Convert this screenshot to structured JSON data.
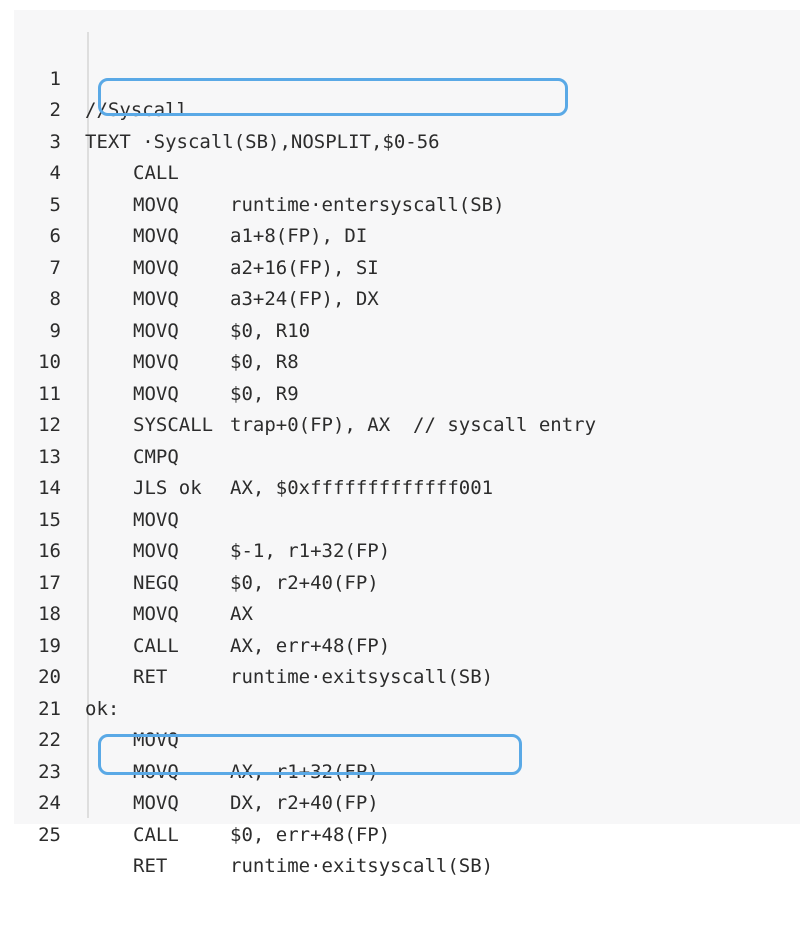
{
  "lines": [
    {
      "n": "1",
      "label": "//Syscall",
      "op": "",
      "args": ""
    },
    {
      "n": "2",
      "label": "TEXT ·Syscall(SB),NOSPLIT,$0-56",
      "op": "",
      "args": ""
    },
    {
      "n": "3",
      "label": "",
      "op": "CALL",
      "args": "runtime·entersyscall(SB)"
    },
    {
      "n": "4",
      "label": "",
      "op": "MOVQ",
      "args": "a1+8(FP), DI"
    },
    {
      "n": "5",
      "label": "",
      "op": "MOVQ",
      "args": "a2+16(FP), SI"
    },
    {
      "n": "6",
      "label": "",
      "op": "MOVQ",
      "args": "a3+24(FP), DX"
    },
    {
      "n": "7",
      "label": "",
      "op": "MOVQ",
      "args": "$0, R10"
    },
    {
      "n": "8",
      "label": "",
      "op": "MOVQ",
      "args": "$0, R8"
    },
    {
      "n": "9",
      "label": "",
      "op": "MOVQ",
      "args": "$0, R9"
    },
    {
      "n": "10",
      "label": "",
      "op": "MOVQ",
      "args": "trap+0(FP), AX  // syscall entry"
    },
    {
      "n": "11",
      "label": "",
      "op": "SYSCALL",
      "args": ""
    },
    {
      "n": "12",
      "label": "",
      "op": "CMPQ",
      "args": "AX, $0xfffffffffffff001"
    },
    {
      "n": "13",
      "label": "",
      "op": "JLS ok",
      "args": ""
    },
    {
      "n": "14",
      "label": "",
      "op": "MOVQ",
      "args": "$-1, r1+32(FP)"
    },
    {
      "n": "15",
      "label": "",
      "op": "MOVQ",
      "args": "$0, r2+40(FP)"
    },
    {
      "n": "16",
      "label": "",
      "op": "NEGQ",
      "args": "AX"
    },
    {
      "n": "17",
      "label": "",
      "op": "MOVQ",
      "args": "AX, err+48(FP)"
    },
    {
      "n": "18",
      "label": "",
      "op": "CALL",
      "args": "runtime·exitsyscall(SB)"
    },
    {
      "n": "19",
      "label": "",
      "op": "RET",
      "args": ""
    },
    {
      "n": "20",
      "label": "ok:",
      "op": "",
      "args": ""
    },
    {
      "n": "21",
      "label": "",
      "op": "MOVQ",
      "args": "AX, r1+32(FP)"
    },
    {
      "n": "22",
      "label": "",
      "op": "MOVQ",
      "args": "DX, r2+40(FP)"
    },
    {
      "n": "23",
      "label": "",
      "op": "MOVQ",
      "args": "$0, err+48(FP)"
    },
    {
      "n": "24",
      "label": "",
      "op": "CALL",
      "args": "runtime·exitsyscall(SB)"
    },
    {
      "n": "25",
      "label": "",
      "op": "RET",
      "args": ""
    }
  ],
  "colors": {
    "highlight_border": "#5aa9e6",
    "text": "#2c2c2c",
    "panel_background": "#f7f7f8"
  }
}
